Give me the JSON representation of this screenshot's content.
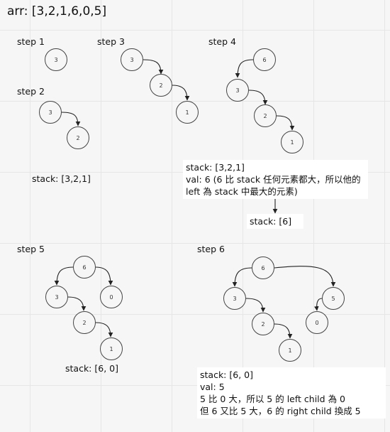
{
  "title": "arr: [3,2,1,6,0,5]",
  "steps": {
    "s1": {
      "label": "step 1",
      "nodes": [
        "3"
      ]
    },
    "s2": {
      "label": "step 2",
      "nodes": [
        "3",
        "2"
      ],
      "stack": "stack: [3,2,1]"
    },
    "s3": {
      "label": "step 3",
      "nodes": [
        "3",
        "2",
        "1"
      ]
    },
    "s4": {
      "label": "step 4",
      "nodes": [
        "6",
        "3",
        "2",
        "1"
      ],
      "note_lines": [
        "stack: [3,2,1]",
        "val: 6 (6 比 stack 任何元素都大，所以他的",
        "left 為 stack 中最大的元素)"
      ],
      "stack_after": "stack: [6]"
    },
    "s5": {
      "label": "step 5",
      "nodes": [
        "6",
        "3",
        "0",
        "2",
        "1"
      ],
      "stack": "stack: [6, 0]"
    },
    "s6": {
      "label": "step 6",
      "nodes": [
        "6",
        "3",
        "5",
        "2",
        "0",
        "1"
      ],
      "note_lines": [
        "stack: [6, 0]",
        "val: 5",
        "5 比 0 大，所以 5 的 left child 為 0",
        "但 6 又比  5 大，6 的 right child 換成 5"
      ]
    }
  }
}
